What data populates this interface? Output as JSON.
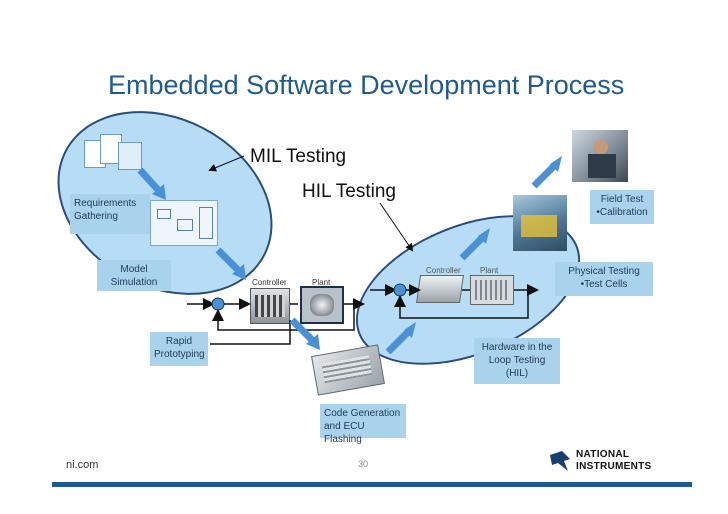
{
  "title": "Embedded Software Development Process",
  "callouts": {
    "mil": "MIL Testing",
    "hil": "HIL Testing"
  },
  "boxes": {
    "requirements": [
      "Requirements",
      "Gathering"
    ],
    "model_sim": [
      "Model",
      "Simulation"
    ],
    "rapid_proto": [
      "Rapid",
      "Prototyping"
    ],
    "code_gen": [
      "Code Generation",
      "and ECU Flashing"
    ],
    "hil_box": [
      "Hardware in the",
      "Loop Testing",
      "(HIL)"
    ],
    "physical": [
      "Physical Testing",
      "•Test Cells"
    ],
    "field": [
      "Field Test",
      "•Calibration"
    ]
  },
  "loop_labels": {
    "controller": "Controller",
    "plant": "Plant"
  },
  "footer": {
    "site": "ni.com",
    "page": "30",
    "logo_line1": "NATIONAL",
    "logo_line2": "INSTRUMENTS"
  },
  "colors": {
    "title": "#1f5a8f",
    "box_fill": "#a9d2ed",
    "ellipse_fill": "#5fb4eb",
    "arrow": "#4a90d6",
    "footer_bar": "#1f5a8f"
  }
}
